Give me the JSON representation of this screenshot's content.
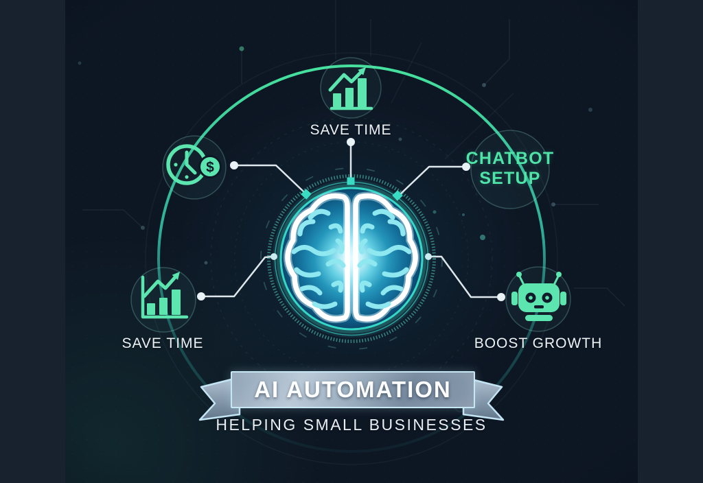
{
  "canvas": {
    "side_bg": "#18212e",
    "photo_bg": "#0d1623"
  },
  "colors": {
    "mint_icon": "#5CE5AE",
    "hub_ring_teal": "#35D8C6",
    "orbit_arc_green": "#46E29E",
    "label_text": "#EDF2F5",
    "chatbot_text": "#4FE3A7",
    "banner_border": "#C7E7F5"
  },
  "orbit": {
    "top": {
      "label": "SAVE TIME",
      "icon": "growth-chart-icon"
    },
    "upper_left": {
      "icon": "time-money-icon",
      "dollar_glyph": "$"
    },
    "upper_right": {
      "label_line1": "CHATBOT",
      "label_line2": "SETUP"
    },
    "lower_left": {
      "label": "SAVE TIME",
      "icon": "bar-chart-growth-icon"
    },
    "lower_right": {
      "label": "BOOST GROWTH",
      "icon": "robot-icon"
    }
  },
  "center": {
    "icon": "brain-icon"
  },
  "banner": {
    "title": "AI AUTOMATION",
    "subtitle": "HELPING SMALL BUSINESSES"
  }
}
